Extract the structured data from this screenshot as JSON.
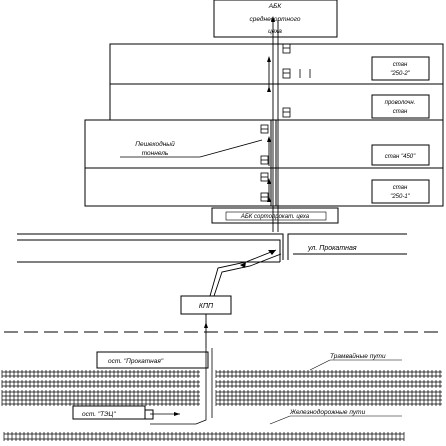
{
  "labels": {
    "abk_medium_l1": "АБК",
    "abk_medium_l2": "среднесортного",
    "abk_medium_l3": "цеха",
    "mill_250_2_l1": "стан",
    "mill_250_2_l2": "\"250-2\"",
    "wire_mill_l1": "проволочн.",
    "wire_mill_l2": "стан",
    "mill_450": "стан \"450\"",
    "mill_250_1_l1": "стан",
    "mill_250_1_l2": "\"250-1\"",
    "tunnel_l1": "Пешеходный",
    "tunnel_l2": "тоннель",
    "abk_rolling": "АБК сортопрокат. цеха",
    "street": "ул. Прокатная",
    "checkpoint": "КПП",
    "stop_prokatnaya": "ост. \"Прокатная\"",
    "stop_tec": "ост. \"ТЭЦ\"",
    "tram_tracks": "Трамвайные пути",
    "railway_tracks": "Железнодорожные пути"
  }
}
